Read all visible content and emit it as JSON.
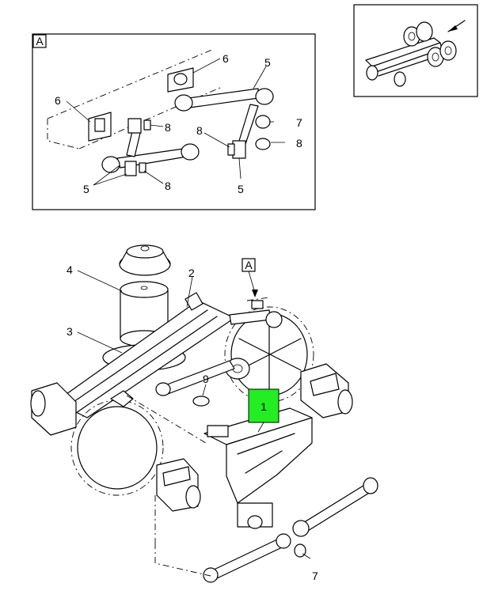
{
  "callouts": {
    "detail_letter": "A",
    "view_marker": "A",
    "c1": "1",
    "c2": "2",
    "c3": "3",
    "c4": "4",
    "c5a": "5",
    "c5b": "5",
    "c5c": "5",
    "c6a": "6",
    "c6b": "6",
    "c7a": "7",
    "c7b": "7",
    "c8a": "8",
    "c8b": "8",
    "c8c": "8",
    "c8d": "8",
    "c9": "9"
  },
  "colors": {
    "highlight": "#22ee22",
    "line": "#000000"
  }
}
